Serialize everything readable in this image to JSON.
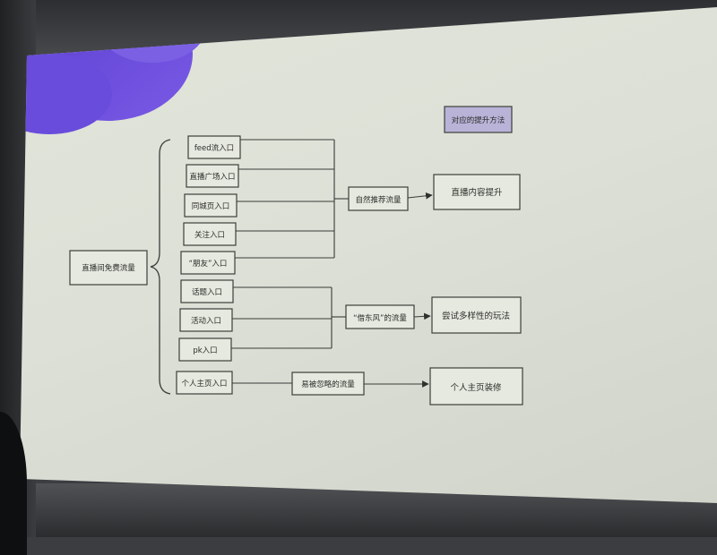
{
  "diagram": {
    "title_box": "对应的提升方法",
    "root": "直播间免费流量",
    "entries": [
      "feed流入口",
      "直播广场入口",
      "同城页入口",
      "关注入口",
      "“朋友”入口",
      "话题入口",
      "活动入口",
      "pk入口",
      "个人主页入口"
    ],
    "traffic_types": [
      "自然推荐流量",
      "“借东风”的流量",
      "易被忽略的流量"
    ],
    "methods": [
      "直播内容提升",
      "尝试多样性的玩法",
      "个人主页装修"
    ]
  },
  "colors": {
    "slide_bg": "#dfe3d8",
    "accent_purple": "#6b46d6",
    "title_box_fill": "#b9b3d8",
    "line": "#3a3c38"
  }
}
